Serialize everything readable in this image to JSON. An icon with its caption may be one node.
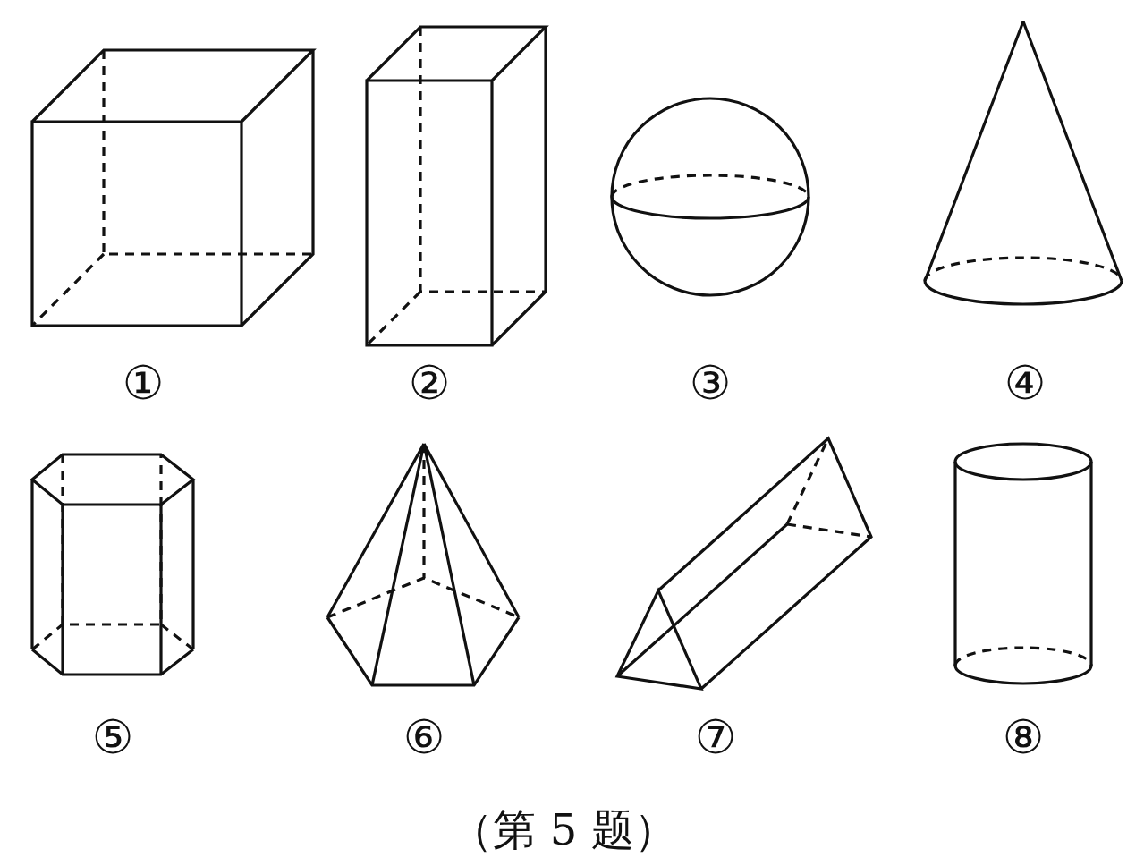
{
  "diagram": {
    "caption": "（第 5 题）",
    "labels": [
      "①",
      "②",
      "③",
      "④",
      "⑤",
      "⑥",
      "⑦",
      "⑧"
    ]
  }
}
